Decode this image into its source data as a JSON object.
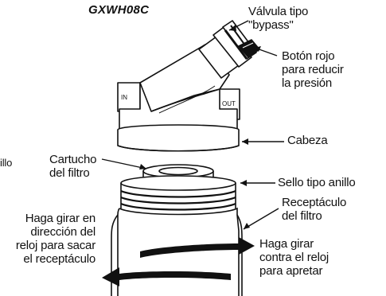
{
  "model": "GXWH08C",
  "ports": {
    "in": "IN",
    "out": "OUT"
  },
  "labels": {
    "bypass_valve": "Válvula tipo\n\"bypass\"",
    "red_button": "Botón rojo\npara reducir\nla presión",
    "head": "Cabeza",
    "cartridge": "Cartucho\ndel filtro",
    "o_ring_left_fragment": "illo",
    "o_ring": "Sello tipo anillo",
    "housing": "Receptáculo\ndel filtro",
    "turn_clockwise": "Haga girar en\ndirección del\nreloj para sacar\nel receptáculo",
    "turn_counterclockwise": "Haga girar\ncontra el reloj\npara apretar"
  }
}
